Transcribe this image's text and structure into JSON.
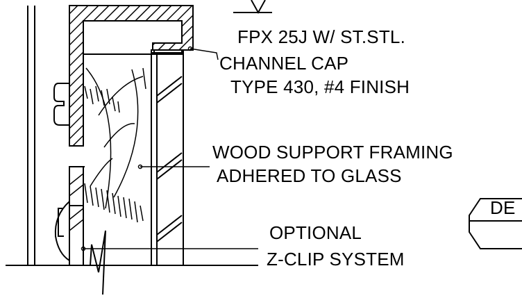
{
  "labels": {
    "channel_cap": {
      "line1": "FPX 25J W/ ST.STL.",
      "line2": "CHANNEL CAP",
      "line3": "TYPE 430, #4 FINISH"
    },
    "wood_support": {
      "line1": "WOOD SUPPORT FRAMING",
      "line2": "ADHERED TO GLASS"
    },
    "z_clip": {
      "line1": "OPTIONAL",
      "line2": "Z-CLIP SYSTEM"
    },
    "detail_tag": "DE"
  },
  "colors": {
    "ink": "#000000",
    "paper": "#ffffff"
  }
}
